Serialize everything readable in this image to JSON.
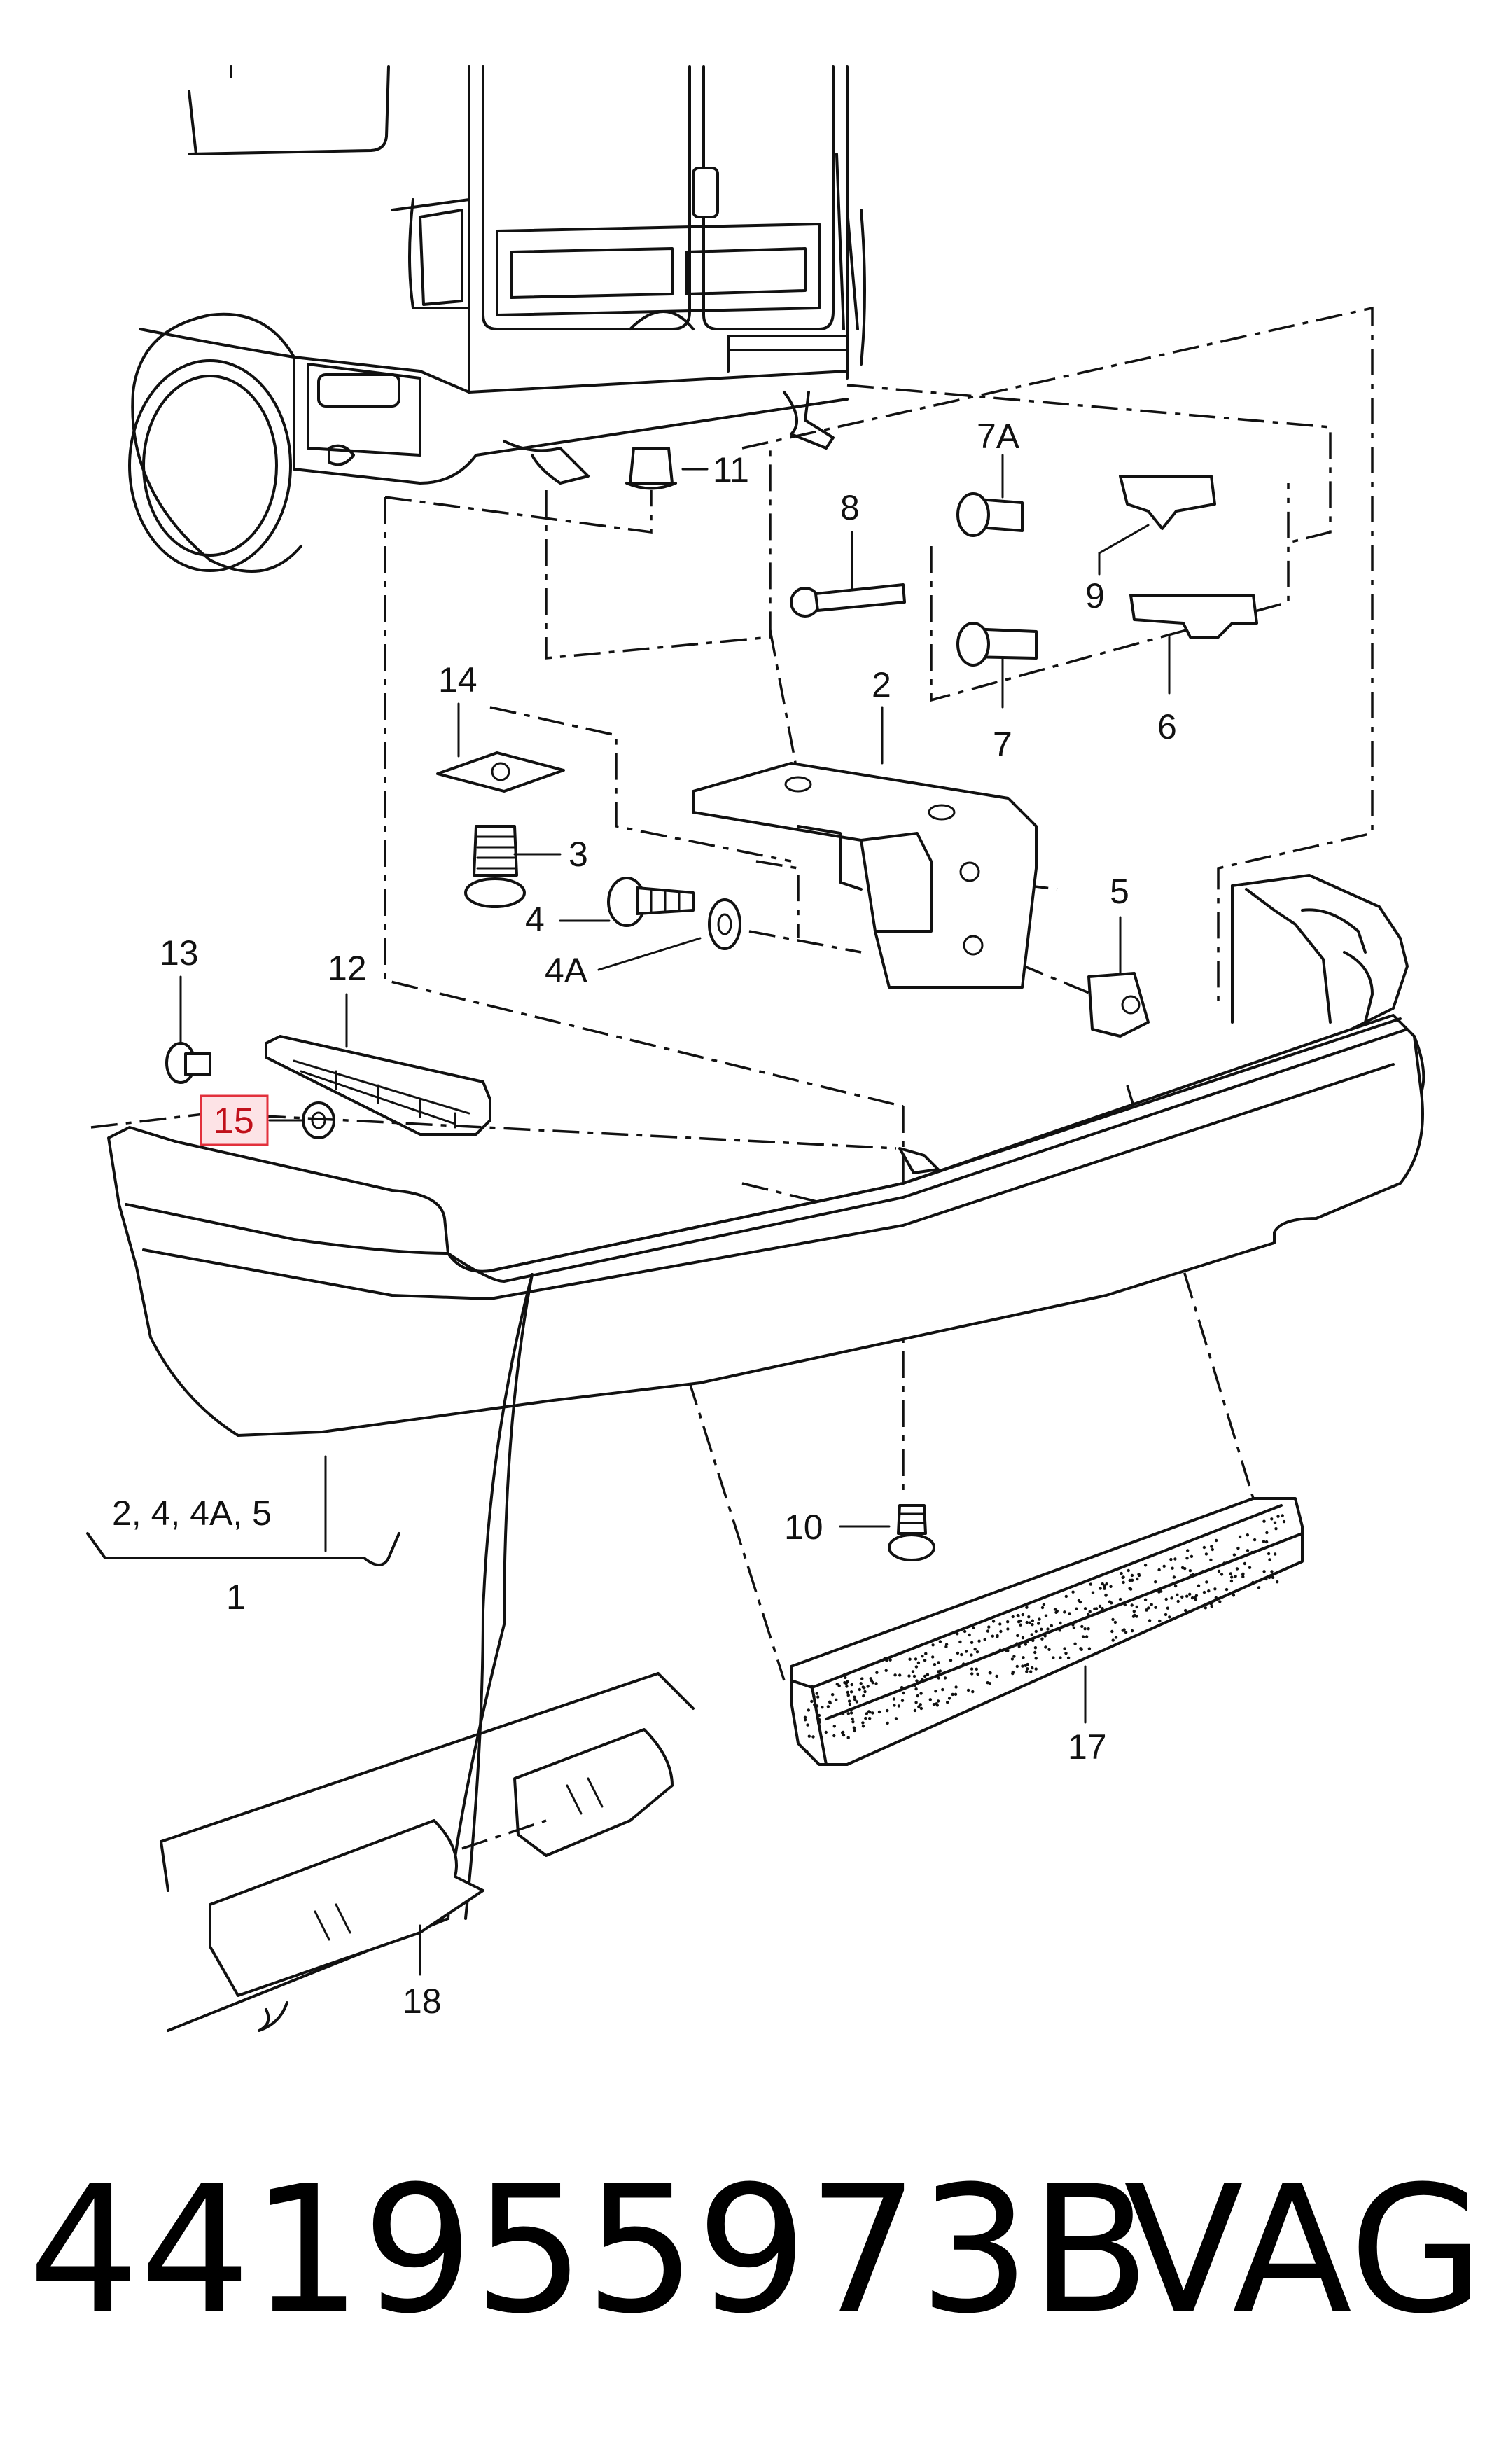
{
  "callouts": {
    "c7A": "7A",
    "c8": "8",
    "c11": "11",
    "c9": "9",
    "c7": "7",
    "c6": "6",
    "c14": "14",
    "c2": "2",
    "c3": "3",
    "c4": "4",
    "c4A": "4A",
    "c5": "5",
    "c13": "13",
    "c12": "12",
    "c15": "15",
    "c10": "10",
    "c17": "17",
    "c18": "18",
    "group_parts": "2, 4, 4A, 5",
    "group_total": "1"
  },
  "highlight": {
    "color": "#e2303c",
    "fill": "#fde3e6",
    "part": "15"
  },
  "footer": {
    "part_number": "441955973B",
    "brand": "VAG"
  }
}
